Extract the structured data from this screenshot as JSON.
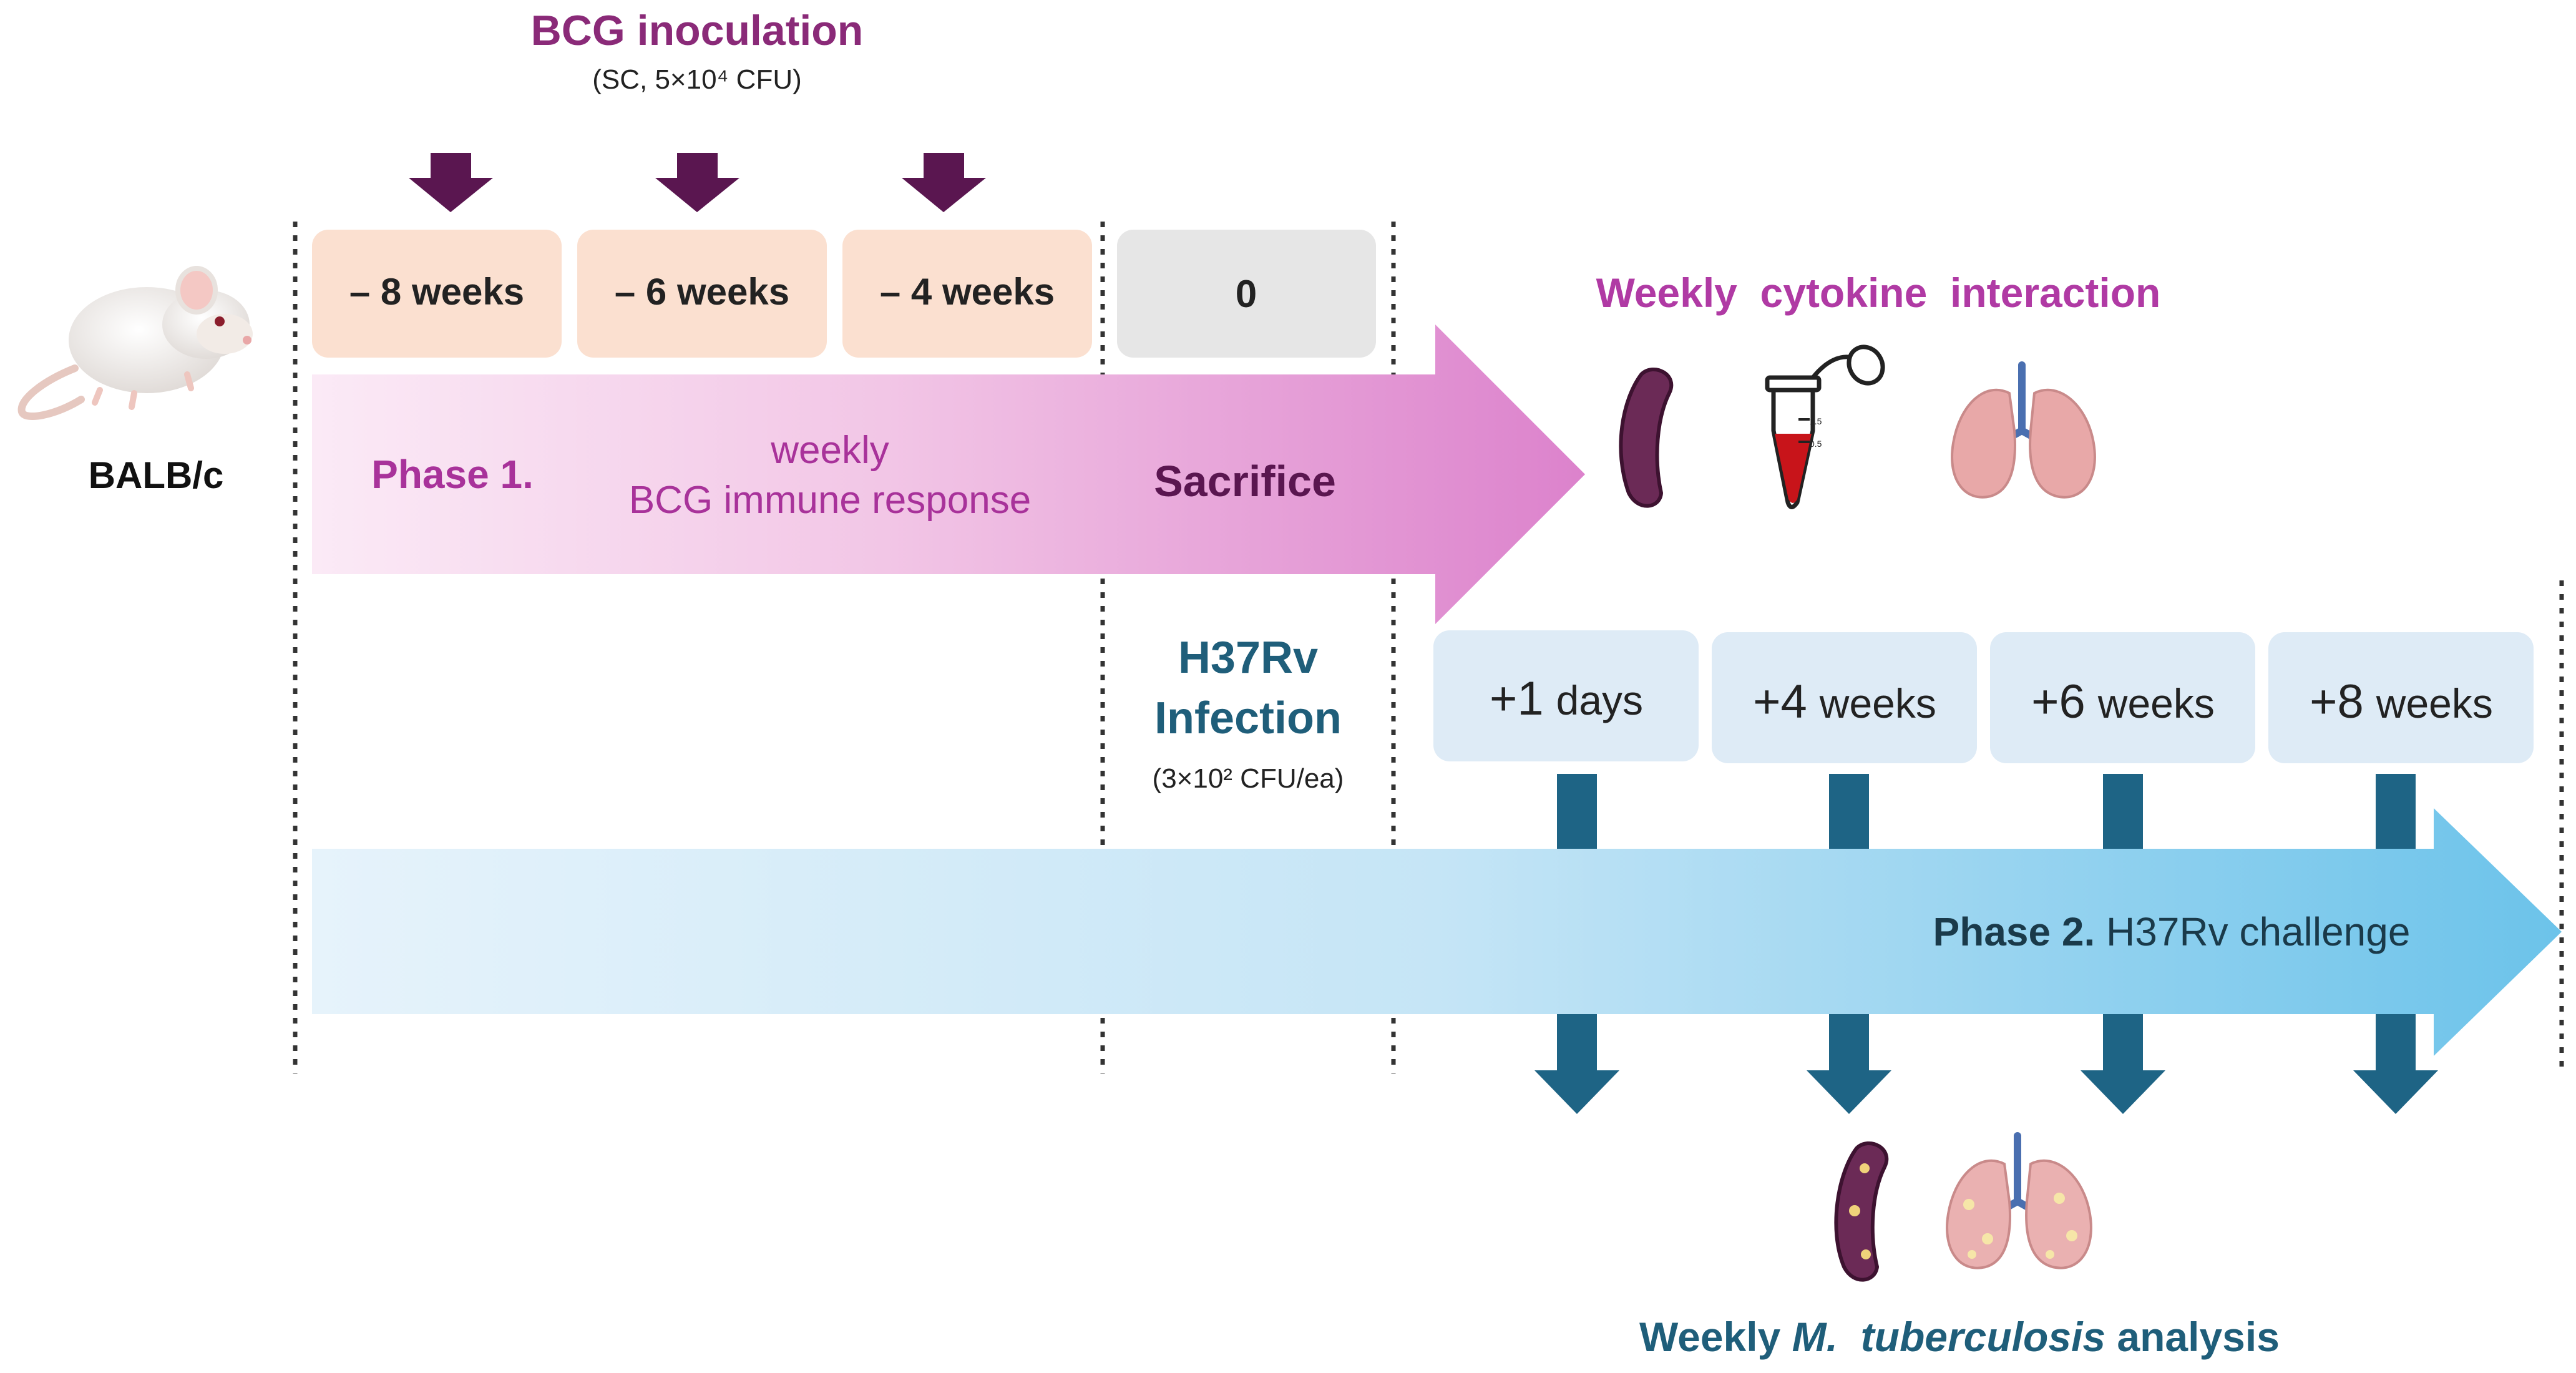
{
  "phase1": {
    "bcg_title": "BCG inoculation",
    "bcg_dose": "(SC, 5×10⁴ CFU)",
    "time_points": [
      "– 8 weeks",
      "– 6 weeks",
      "– 4 weeks"
    ],
    "zero_label": "0",
    "phase_label": "Phase 1.",
    "response_line1": "weekly",
    "response_line2": "BCG immune response",
    "sacrifice_label": "Sacrifice",
    "cytokine_title": "Weekly  cytokine  interaction"
  },
  "animal": {
    "strain_label": "BALB/c"
  },
  "infection": {
    "line1": "H37Rv",
    "line2": "Infection",
    "dose": "(3×10² CFU/ea)"
  },
  "phase2": {
    "time_points": [
      {
        "num": "+1",
        "unit": "days"
      },
      {
        "num": "+4",
        "unit": "weeks"
      },
      {
        "num": "+6",
        "unit": "weeks"
      },
      {
        "num": "+8",
        "unit": "weeks"
      }
    ],
    "phase_bold": "Phase 2.",
    "phase_rest": " H37Rv challenge",
    "analysis_pre": "Weekly ",
    "analysis_italic": "M.  tuberculosis",
    "analysis_post": " analysis"
  },
  "tube_marks": [
    "1.5",
    "0.5"
  ],
  "colors": {
    "bcg_purple": "#8a2a78",
    "arrow_dark_purple": "#5a1650",
    "magenta_text": "#a8329a",
    "infection_teal": "#1f5e7a",
    "arrow_teal": "#1e6485",
    "peach_box": "#fbe0d0",
    "zero_box": "#e6e6e6",
    "blue_box": "#deebf6"
  }
}
